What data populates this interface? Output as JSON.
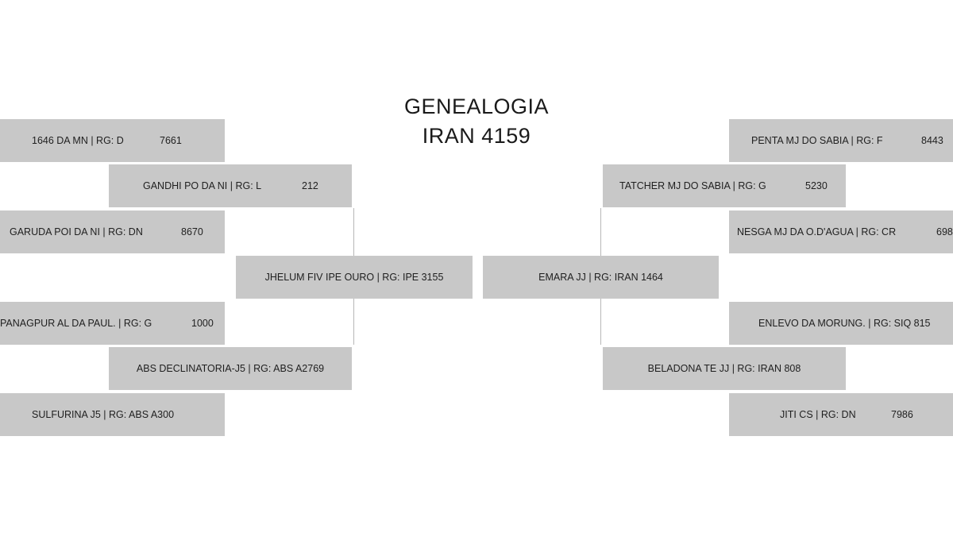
{
  "header": {
    "title_line1": "GENEALOGIA",
    "title_line2": "IRAN 4159"
  },
  "sire_side": {
    "sire": {
      "name": "JHELUM FIV IPE OURO | RG: IPE 3155"
    },
    "paternal_grandsire": {
      "name": "GANDHI PO DA NI | RG: L",
      "number": "212"
    },
    "paternal_granddam": {
      "name": "ABS DECLINATORIA-J5 | RG: ABS A2769"
    },
    "great_grandsire_1": {
      "name": "1646 DA MN | RG: D",
      "number": "7661"
    },
    "great_granddam_1": {
      "name": "GARUDA POI DA NI | RG: DN",
      "number": "8670"
    },
    "great_grandsire_2": {
      "name": "PANAGPUR AL DA PAUL. | RG: G",
      "number": "1000"
    },
    "great_granddam_2": {
      "name": "SULFURINA J5 | RG: ABS A300"
    }
  },
  "dam_side": {
    "dam": {
      "name": "EMARA JJ | RG: IRAN 1464"
    },
    "maternal_grandsire": {
      "name": "TATCHER MJ DO SABIA | RG: G",
      "number": "5230"
    },
    "maternal_granddam": {
      "name": "BELADONA TE JJ | RG: IRAN 808"
    },
    "great_grandsire_3": {
      "name": "PENTA MJ DO SABIA | RG: F",
      "number": "8443"
    },
    "great_granddam_3": {
      "name": "NESGA MJ DA O.D'AGUA | RG: CR",
      "number": "698"
    },
    "great_grandsire_4": {
      "name": "ENLEVO DA MORUNG. | RG: SIQ 815"
    },
    "great_granddam_4": {
      "name": "JITI CS | RG: DN",
      "number": "7986"
    }
  }
}
